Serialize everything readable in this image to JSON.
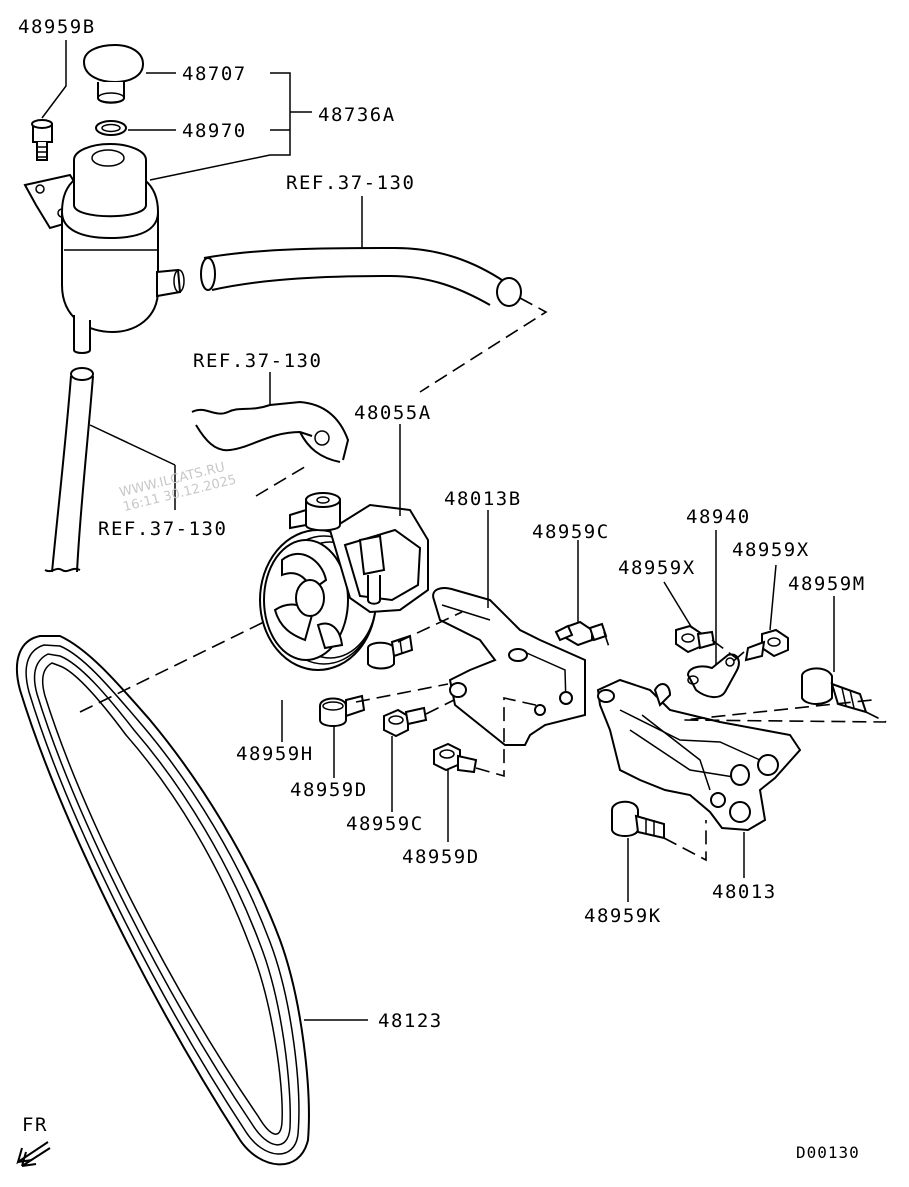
{
  "labels": {
    "p48959B": "48959B",
    "p48707": "48707",
    "p48736A": "48736A",
    "p48970": "48970",
    "ref1": "REF.37-130",
    "ref2": "REF.37-130",
    "ref3": "REF.37-130",
    "p48055A": "48055A",
    "p48013B": "48013B",
    "p48940": "48940",
    "p48959C_top": "48959C",
    "p48959X_left": "48959X",
    "p48959X_right": "48959X",
    "p48959M": "48959M",
    "p48959H": "48959H",
    "p48959D_mid": "48959D",
    "p48959C_mid": "48959C",
    "p48959D_low": "48959D",
    "p48013": "48013",
    "p48959K": "48959K",
    "p48123": "48123",
    "fr": "FR",
    "code": "D00130"
  },
  "watermark": {
    "line1": "WWW.ILCATS.RU",
    "line2": "16:11 30.12.2025"
  }
}
